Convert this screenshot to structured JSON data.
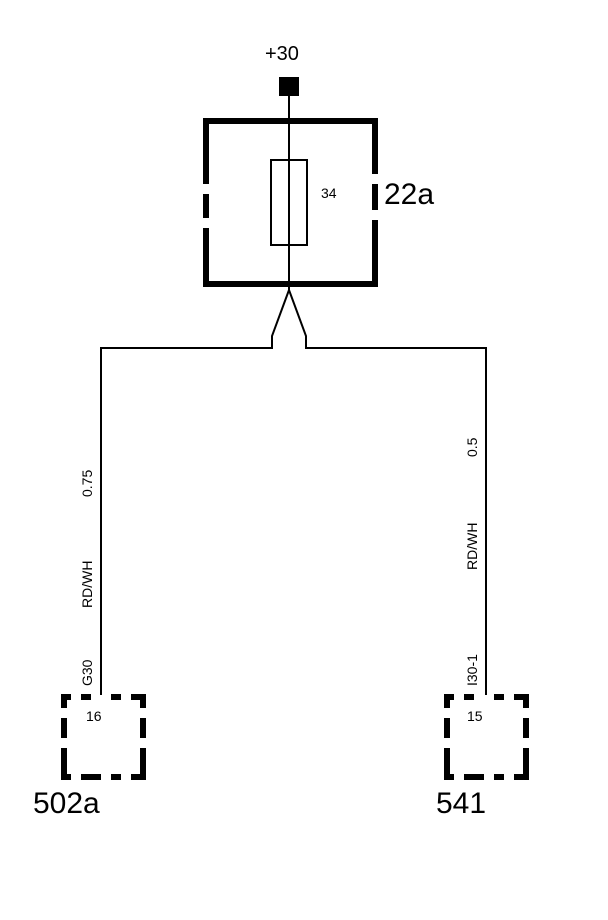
{
  "supply": {
    "label": "+30"
  },
  "fuse_box": {
    "id": "22a",
    "fuse_number": "34"
  },
  "left_branch": {
    "wire_size": "0.75",
    "wire_color": "RD/WH",
    "wire_code": "G30",
    "pin": "16",
    "connector": "502a"
  },
  "right_branch": {
    "wire_size": "0.5",
    "wire_color": "RD/WH",
    "wire_code": "I30-1",
    "pin": "15",
    "connector": "541"
  }
}
